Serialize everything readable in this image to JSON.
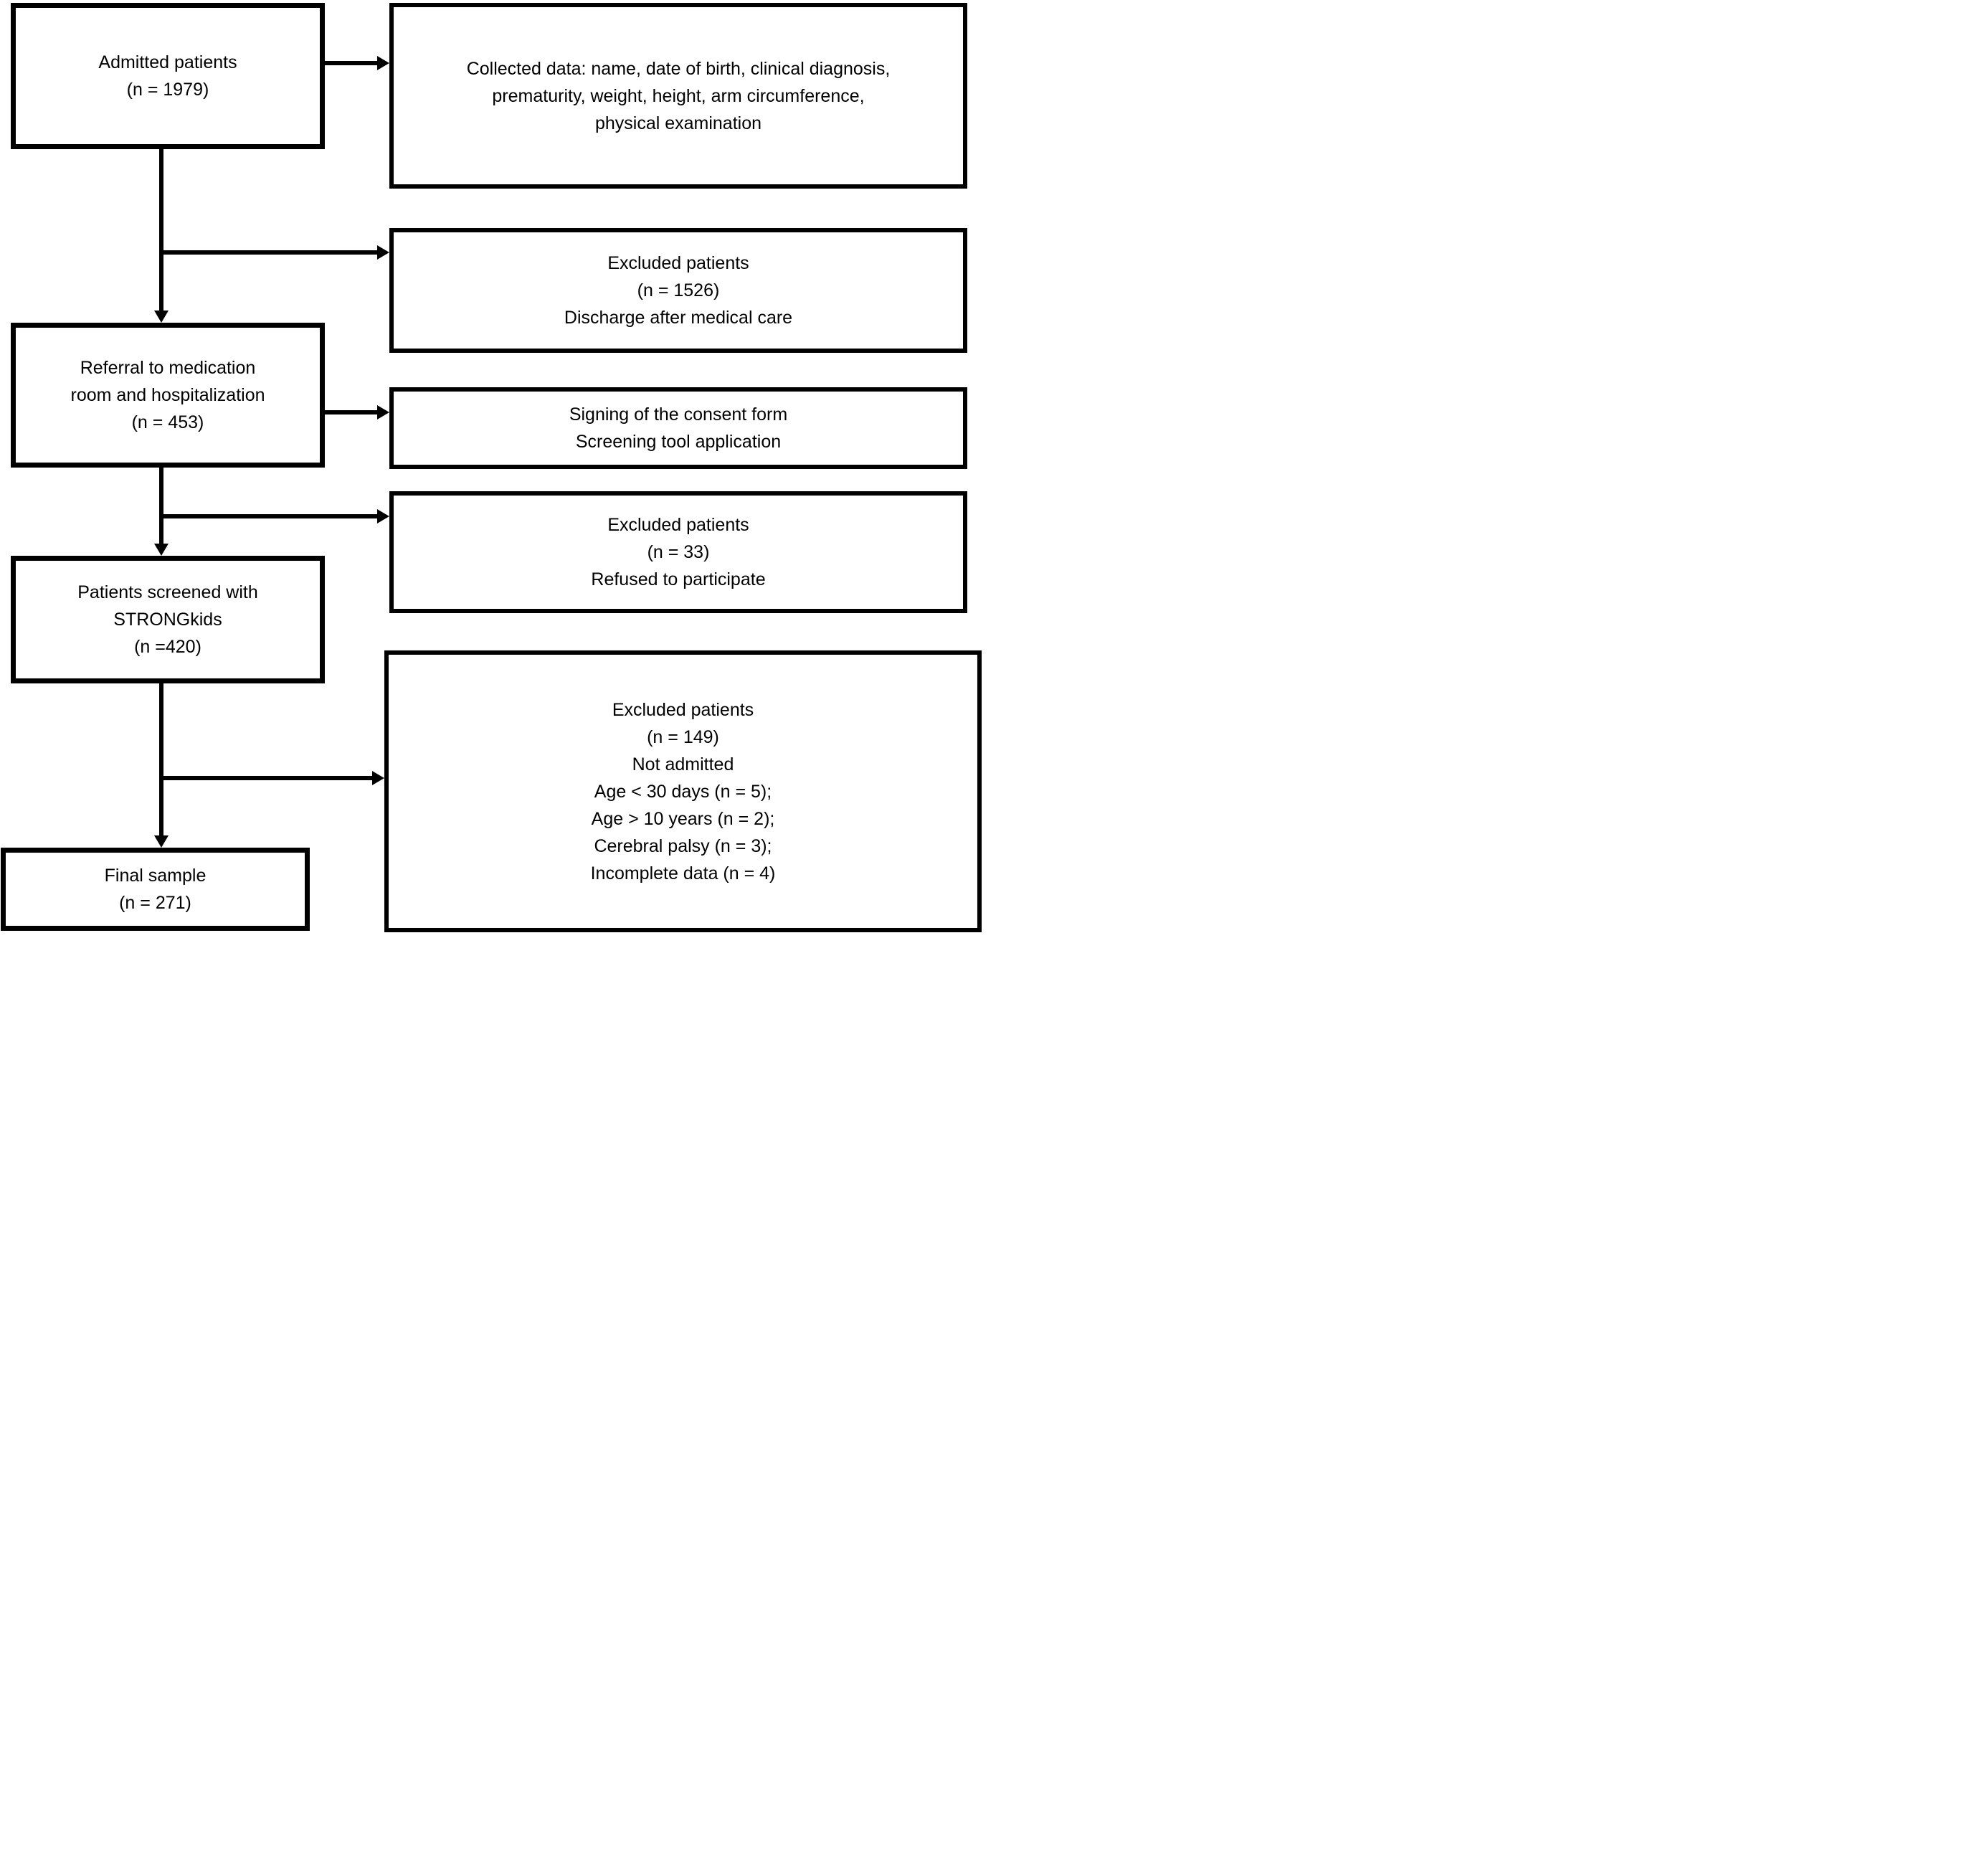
{
  "boxes": {
    "admitted": {
      "lines": [
        "Admitted patients",
        "(n = 1979)"
      ]
    },
    "collected": {
      "lines": [
        "Collected data: name, date of birth, clinical diagnosis,",
        "prematurity, weight, height, arm circumference,",
        "physical examination"
      ]
    },
    "excluded_discharge": {
      "lines": [
        "Excluded patients",
        "(n = 1526)",
        "Discharge after medical care"
      ]
    },
    "referral": {
      "lines": [
        "Referral to medication",
        "room and hospitalization",
        "(n = 453)"
      ]
    },
    "consent": {
      "lines": [
        "Signing of the consent form",
        "Screening tool application"
      ]
    },
    "excluded_refused": {
      "lines": [
        "Excluded patients",
        "(n = 33)",
        "Refused to participate"
      ]
    },
    "screened": {
      "lines": [
        "Patients screened with",
        "STRONGkids",
        "(n =420)"
      ]
    },
    "excluded_not_admitted": {
      "lines": [
        "Excluded patients",
        "(n = 149)",
        "Not admitted",
        "Age < 30 days (n = 5);",
        "Age > 10 years (n = 2);",
        "Cerebral palsy (n = 3);",
        "Incomplete data (n = 4)"
      ]
    },
    "final": {
      "lines": [
        "Final sample",
        "(n = 271)"
      ]
    }
  },
  "colors": {
    "line": "#000000",
    "background": "#ffffff",
    "text": "#000000"
  }
}
